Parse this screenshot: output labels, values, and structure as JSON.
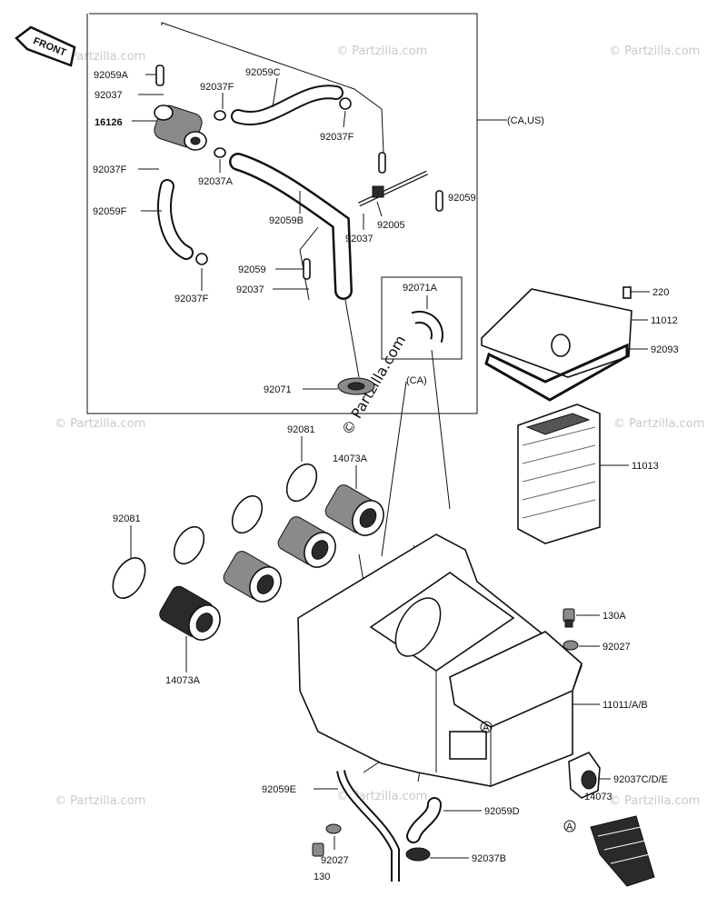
{
  "front_label": "FRONT",
  "group_label": "(CA,US)",
  "ca_label": "(CA)",
  "circle_marker": "A",
  "watermarks": [
    "© Partzilla.com"
  ],
  "parts": [
    {
      "id": "p92059A",
      "label": "92059A"
    },
    {
      "id": "p92037",
      "label": "92037"
    },
    {
      "id": "p16126",
      "label": "16126"
    },
    {
      "id": "p92037F_a",
      "label": "92037F"
    },
    {
      "id": "p92059F",
      "label": "92059F"
    },
    {
      "id": "p92037F_top",
      "label": "92037F"
    },
    {
      "id": "p92059C",
      "label": "92059C"
    },
    {
      "id": "p92037F_r",
      "label": "92037F"
    },
    {
      "id": "p92037A",
      "label": "92037A"
    },
    {
      "id": "p92059B",
      "label": "92059B"
    },
    {
      "id": "p92005",
      "label": "92005"
    },
    {
      "id": "p92037_b",
      "label": "92037"
    },
    {
      "id": "p92059_r",
      "label": "92059"
    },
    {
      "id": "p92059_m",
      "label": "92059"
    },
    {
      "id": "p92037_m",
      "label": "92037"
    },
    {
      "id": "p92037F_b",
      "label": "92037F"
    },
    {
      "id": "p92071A",
      "label": "92071A"
    },
    {
      "id": "p92071",
      "label": "92071"
    },
    {
      "id": "p220",
      "label": "220"
    },
    {
      "id": "p11012",
      "label": "11012"
    },
    {
      "id": "p92093",
      "label": "92093"
    },
    {
      "id": "p11013",
      "label": "11013"
    },
    {
      "id": "p92081_t",
      "label": "92081"
    },
    {
      "id": "p14073A_t",
      "label": "14073A"
    },
    {
      "id": "p92081_l",
      "label": "92081"
    },
    {
      "id": "p14073A_b",
      "label": "14073A"
    },
    {
      "id": "p130A",
      "label": "130A"
    },
    {
      "id": "p92027_r",
      "label": "92027"
    },
    {
      "id": "p11011",
      "label": "11011/A/B"
    },
    {
      "id": "p92037CDE",
      "label": "92037C/D/E"
    },
    {
      "id": "p14073",
      "label": "14073"
    },
    {
      "id": "p92059E",
      "label": "92059E"
    },
    {
      "id": "p92059D",
      "label": "92059D"
    },
    {
      "id": "p92027_b",
      "label": "92027"
    },
    {
      "id": "p92037B",
      "label": "92037B"
    },
    {
      "id": "p130",
      "label": "130"
    }
  ]
}
